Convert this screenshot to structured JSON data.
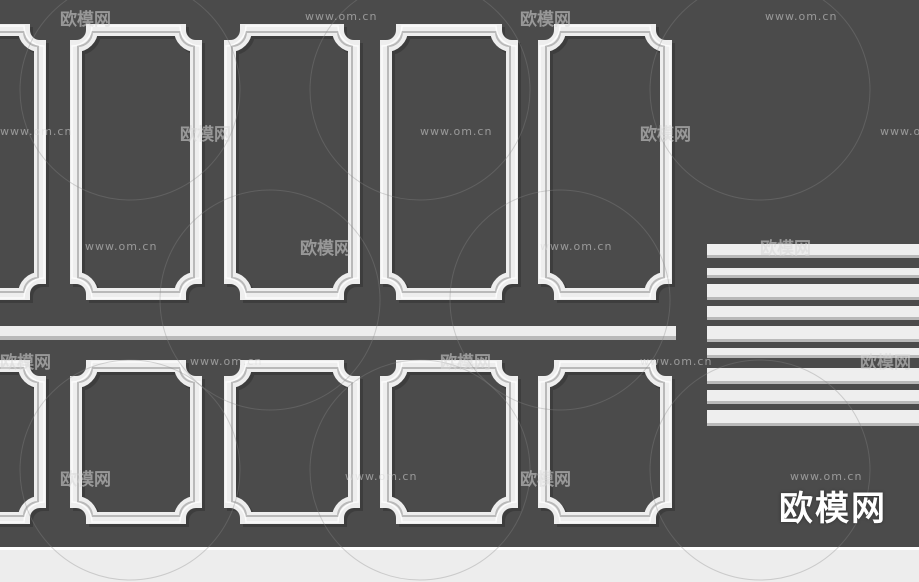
{
  "image": {
    "background_color": "#4b4b4b",
    "molding_color": "#eeeeee",
    "molding_shadow": "#b9b9b9",
    "subject": "Decorative wall panel moldings"
  },
  "watermarks": {
    "url_text": "www.om.cn",
    "logo_text": "欧模网"
  },
  "corner_logo": "欧模网"
}
